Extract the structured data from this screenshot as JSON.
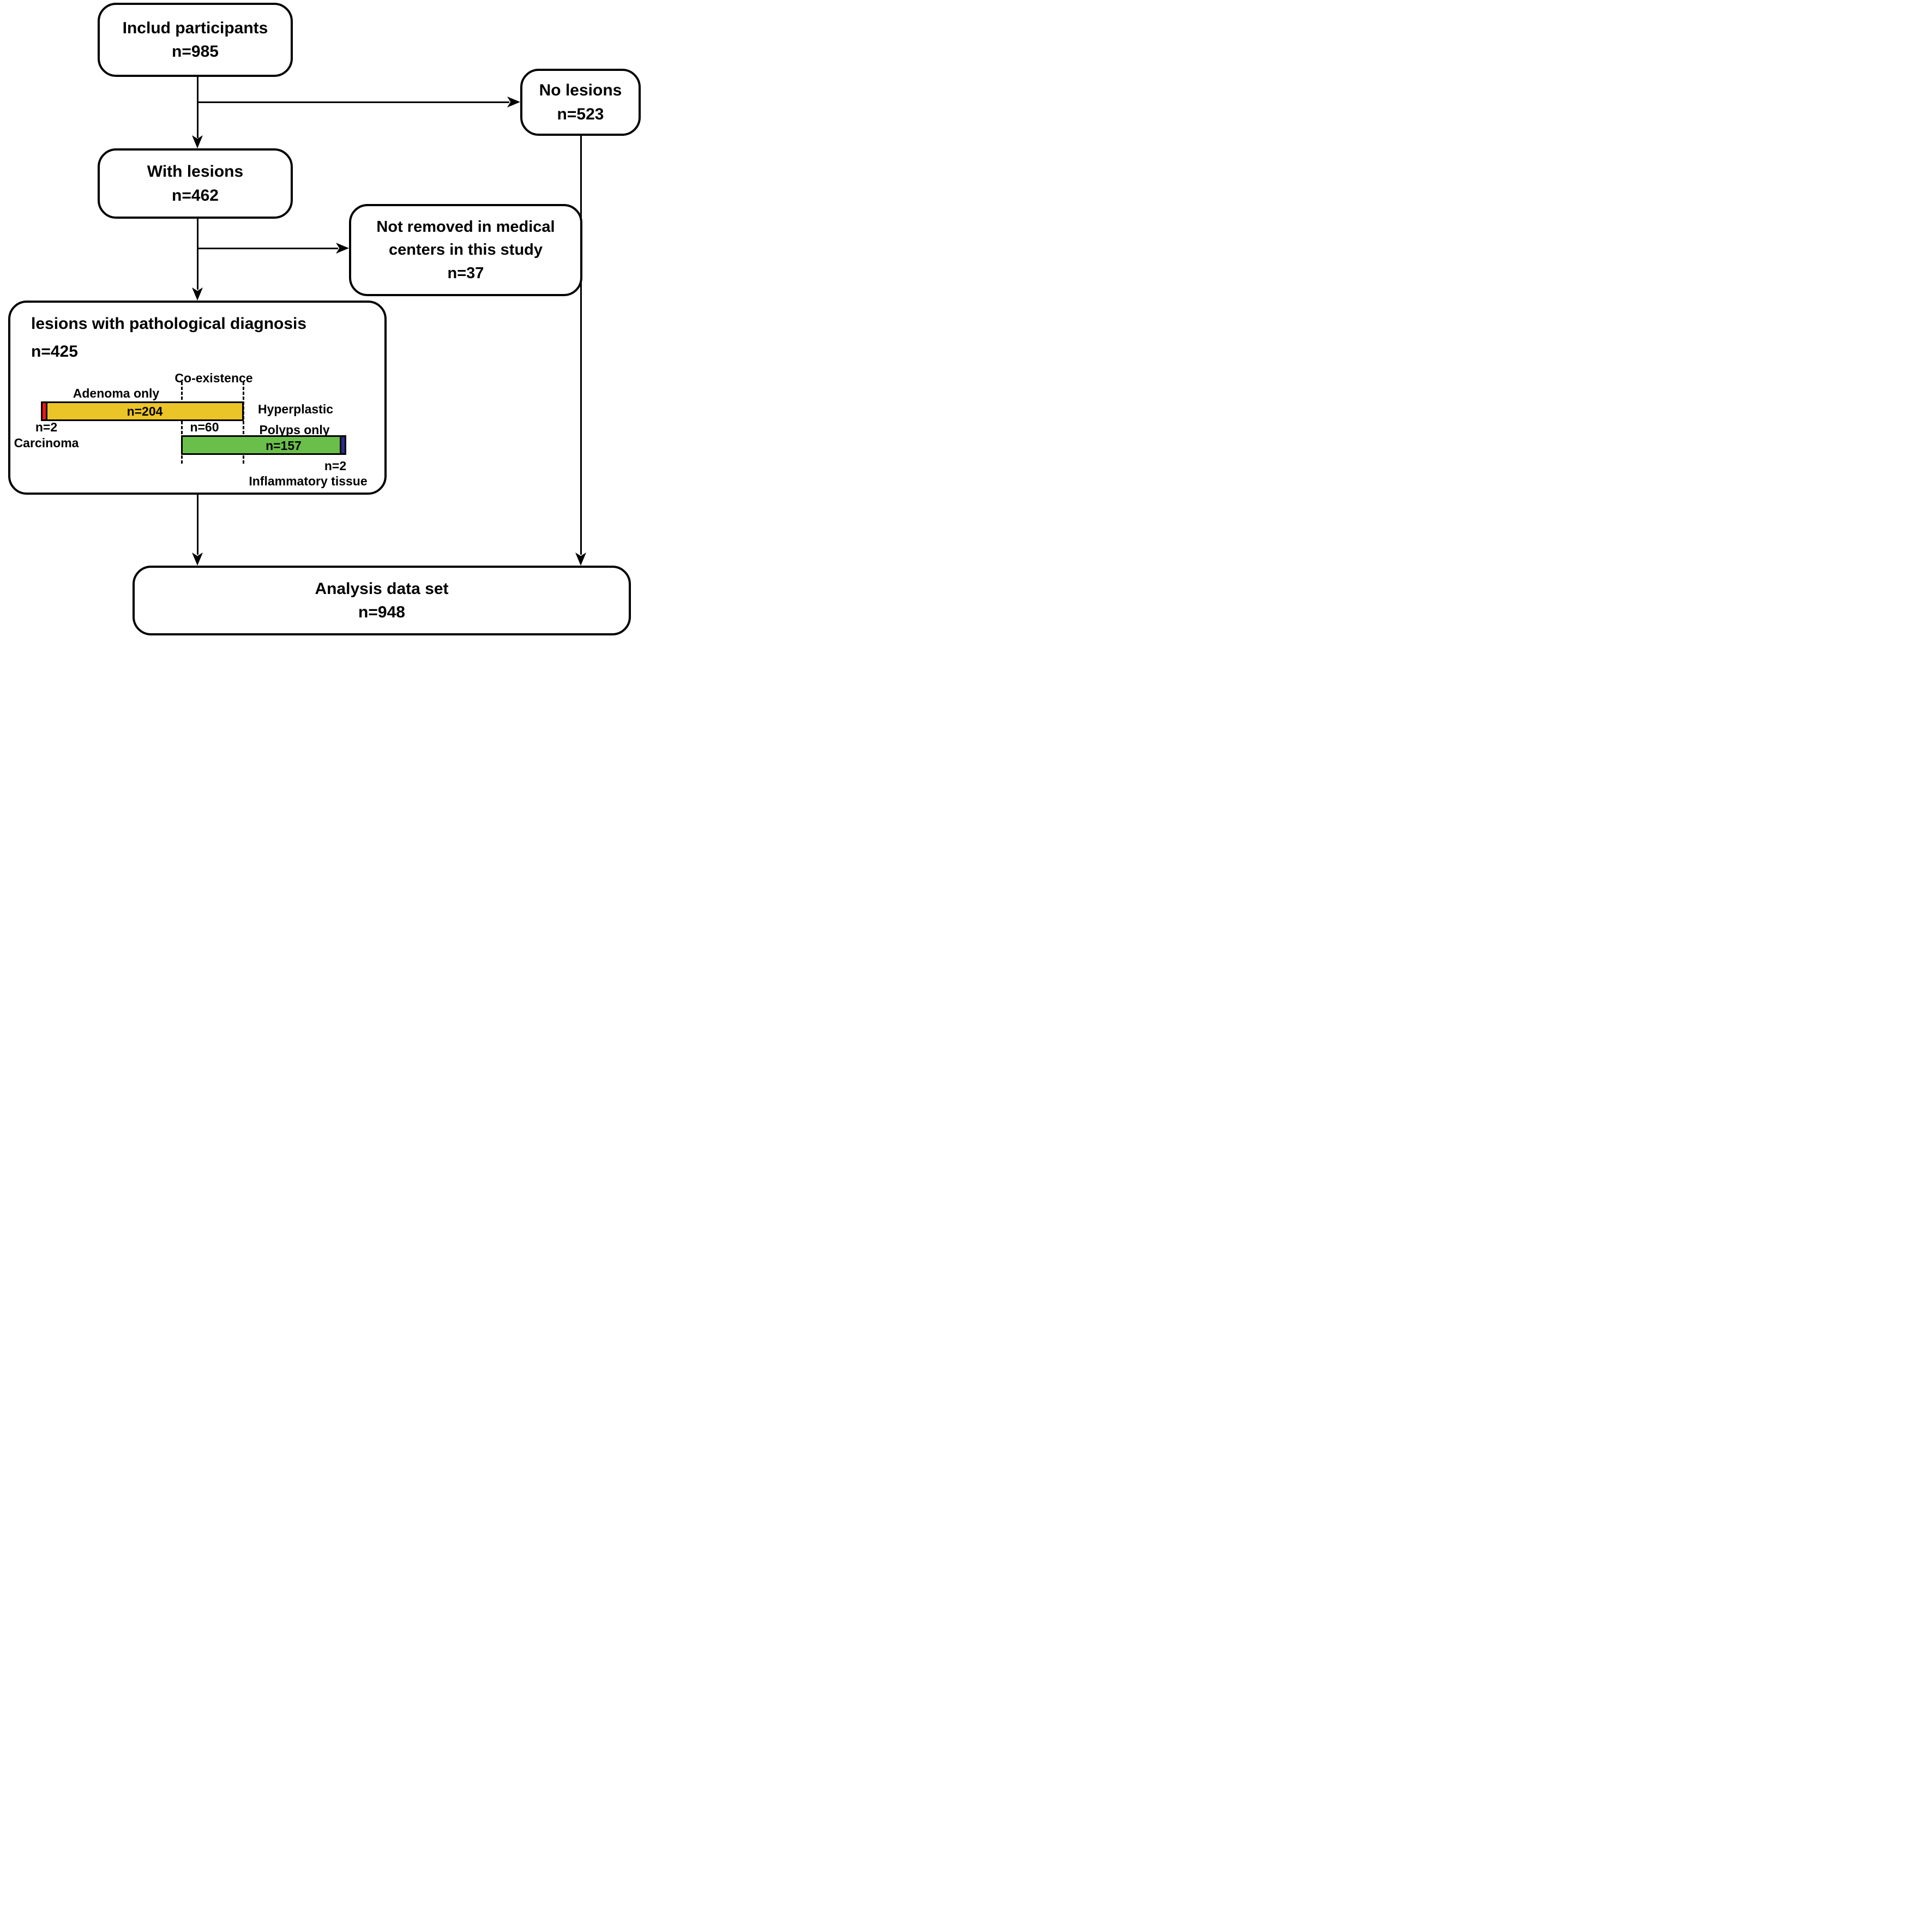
{
  "flow": {
    "included": {
      "title": "Includ participants",
      "count": "n=985"
    },
    "no_lesions": {
      "title": "No lesions",
      "count": "n=523"
    },
    "with_lesions": {
      "title": "With lesions",
      "count": "n=462"
    },
    "not_removed": {
      "title": "Not removed in medical centers in this study",
      "count": "n=37"
    },
    "pathology": {
      "title": "lesions with pathological diagnosis",
      "count": "n=425"
    },
    "analysis": {
      "title": "Analysis data set",
      "count": "n=948"
    }
  },
  "pathology_chart": {
    "coexistence_label": "Co-existence",
    "adenoma": {
      "label": "Adenoma only",
      "count": "n=204",
      "color": "#ebc427"
    },
    "carcinoma": {
      "count": "n=2",
      "label": "Carcinoma",
      "color": "#e8191c"
    },
    "coexistence": {
      "count": "n=60"
    },
    "hyperplastic": {
      "label_line1": "Hyperplastic",
      "label_line2": "Polyps only",
      "count": "n=157",
      "color": "#6abf4b"
    },
    "inflammatory": {
      "count": "n=2",
      "label": "Inflammatory tissue",
      "color": "#262c90"
    }
  },
  "chart_data": {
    "type": "bar",
    "title": "lesions with pathological diagnosis (n=425)",
    "series": [
      {
        "name": "Adenoma bar",
        "segments": [
          {
            "label": "Carcinoma",
            "value": 2,
            "color": "#e8191c"
          },
          {
            "label": "Adenoma only",
            "value": 204,
            "color": "#ebc427"
          },
          {
            "label": "Co-existence (overlap with hyperplastic)",
            "value": 60,
            "color": "#ebc427"
          }
        ]
      },
      {
        "name": "Hyperplastic bar",
        "segments": [
          {
            "label": "Co-existence (overlap with adenoma)",
            "value": 60,
            "color": "#6abf4b"
          },
          {
            "label": "Hyperplastic Polyps only",
            "value": 157,
            "color": "#6abf4b"
          },
          {
            "label": "Inflammatory tissue",
            "value": 2,
            "color": "#262c90"
          }
        ]
      }
    ],
    "annotations": [
      "Co-existence",
      "Adenoma only",
      "n=204",
      "n=2",
      "Carcinoma",
      "n=60",
      "Hyperplastic",
      "Polyps only",
      "n=157",
      "n=2",
      "Inflammatory tissue"
    ],
    "legend_position": "none",
    "grid": false
  }
}
